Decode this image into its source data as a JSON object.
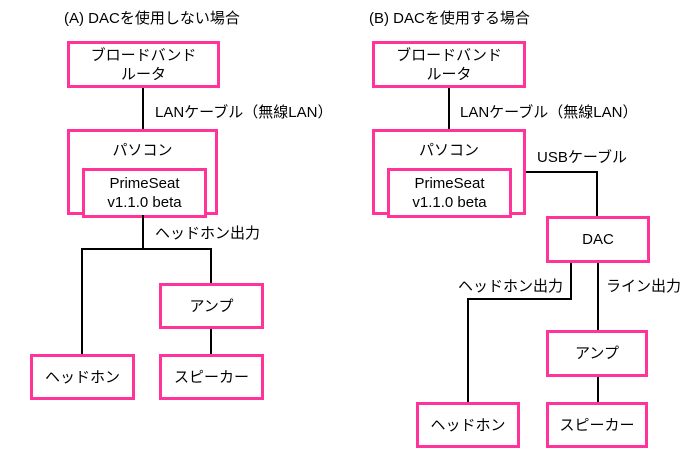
{
  "colors": {
    "box_border": "#ff3399",
    "connector": "#000000",
    "text": "#000000",
    "background": "#ffffff"
  },
  "diagram_a": {
    "title": "(A) DACを使用しない場合",
    "nodes": {
      "router": "ブロードバンド\nルータ",
      "pc": "パソコン",
      "primeseat": "PrimeSeat\nv1.1.0 beta",
      "headphones": "ヘッドホン",
      "amp": "アンプ",
      "speaker": "スピーカー"
    },
    "edge_labels": {
      "lan": "LANケーブル（無線LAN）",
      "headphone_out": "ヘッドホン出力"
    }
  },
  "diagram_b": {
    "title": "(B) DACを使用する場合",
    "nodes": {
      "router": "ブロードバンド\nルータ",
      "pc": "パソコン",
      "primeseat": "PrimeSeat\nv1.1.0 beta",
      "dac": "DAC",
      "headphones": "ヘッドホン",
      "amp": "アンプ",
      "speaker": "スピーカー"
    },
    "edge_labels": {
      "lan": "LANケーブル（無線LAN）",
      "usb": "USBケーブル",
      "headphone_out": "ヘッドホン出力",
      "line_out": "ライン出力"
    }
  }
}
